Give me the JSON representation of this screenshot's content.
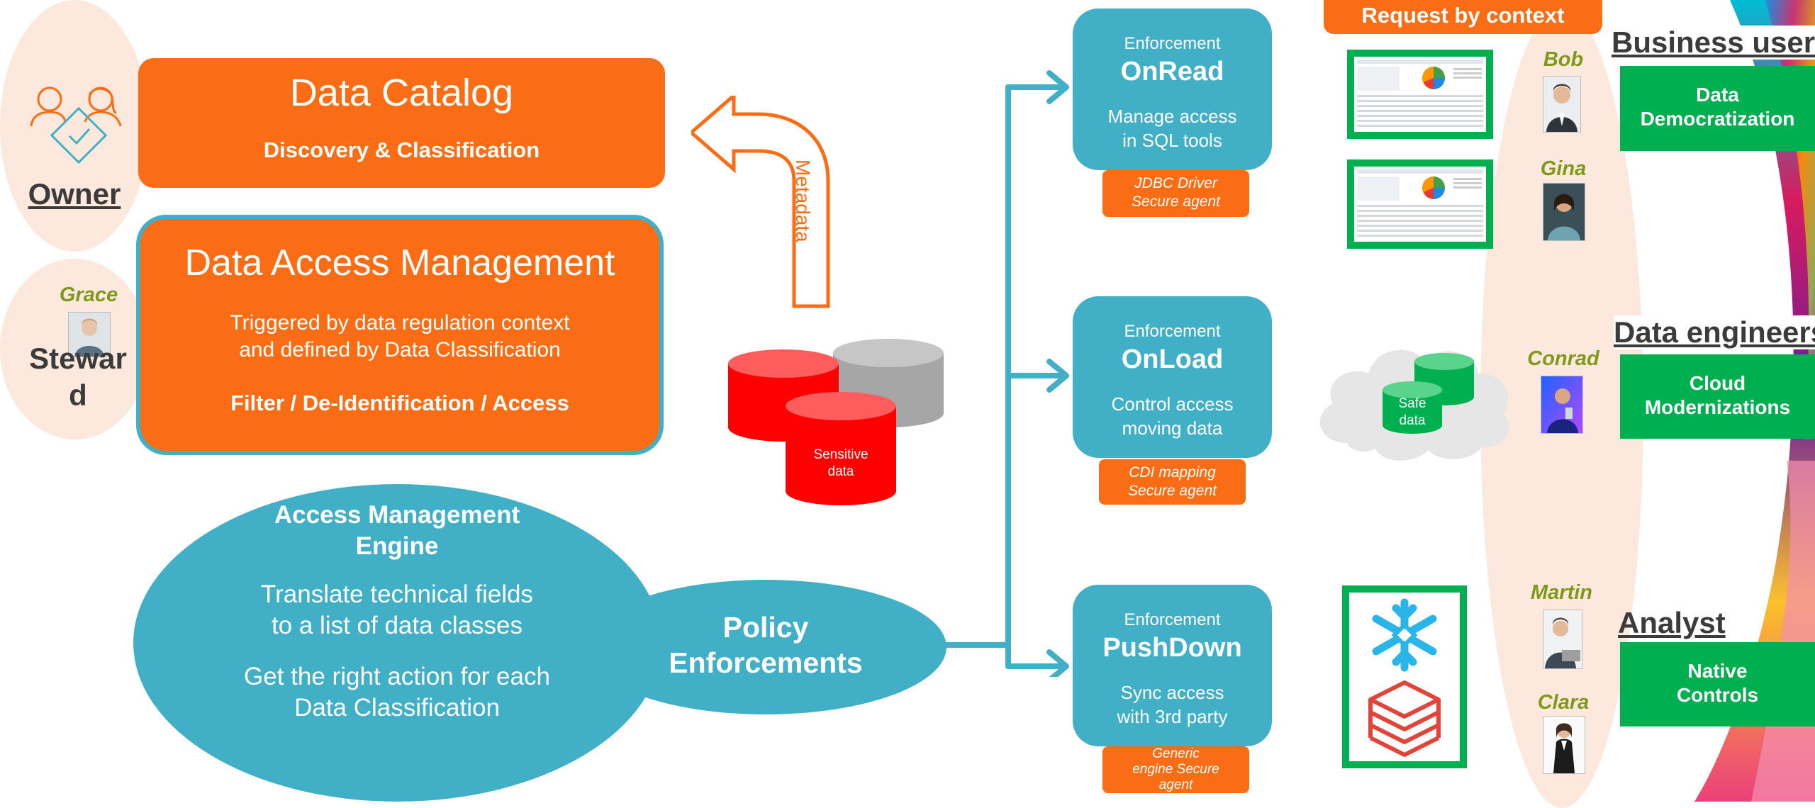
{
  "roles": {
    "owner": "Owner",
    "steward": "Steward",
    "business_users": "Business users",
    "data_engineers": "Data engineers",
    "analyst": "Analyst"
  },
  "people": {
    "grace": "Grace",
    "bob": "Bob",
    "gina": "Gina",
    "conrad": "Conrad",
    "martin": "Martin",
    "clara": "Clara"
  },
  "data_catalog": {
    "title": "Data Catalog",
    "subtitle": "Discovery & Classification"
  },
  "dam": {
    "title": "Data Access Management",
    "desc_line1": "Triggered by data regulation context",
    "desc_line2": "and defined by Data Classification",
    "footer": "Filter / De-Identification / Access"
  },
  "metadata_label": "Metadata",
  "sensitive_data": {
    "line1": "Sensitive",
    "line2": "data"
  },
  "engine": {
    "title_line1": "Access Management",
    "title_line2": "Engine",
    "desc1_line1": "Translate technical fields",
    "desc1_line2": "to a list of data classes",
    "desc2_line1": "Get the right action for each",
    "desc2_line2": "Data Classification"
  },
  "policy": {
    "line1": "Policy",
    "line2": "Enforcements"
  },
  "enforcements": [
    {
      "kicker": "Enforcement",
      "title": "OnRead",
      "desc_line1": "Manage access",
      "desc_line2": "in SQL tools",
      "tag_line1": "JDBC Driver",
      "tag_line2": "Secure agent"
    },
    {
      "kicker": "Enforcement",
      "title": "OnLoad",
      "desc_line1": "Control access",
      "desc_line2": "moving data",
      "tag_line1": "CDI mapping",
      "tag_line2": "Secure agent"
    },
    {
      "kicker": "Enforcement",
      "title": "PushDown",
      "desc_line1": "Sync access",
      "desc_line2": "with 3rd party",
      "tag_line1": "Generic",
      "tag_line2": "engine Secure",
      "tag_line3": "agent"
    }
  ],
  "request_by_context": "Request by context",
  "safe_data": {
    "line1": "Safe",
    "line2": "data"
  },
  "outcomes": {
    "democratization_line1": "Data",
    "democratization_line2": "Democratization",
    "cloud_line1": "Cloud",
    "cloud_line2": "Modernizations",
    "native_line1": "Native",
    "native_line2": "Controls"
  },
  "colors": {
    "orange": "#fb6d14",
    "teal": "#41b0c7",
    "green": "#00b050",
    "red": "#ff0000",
    "grey": "#a6a6a6",
    "peach": "#fce8dc",
    "name_olive": "#7f9a1a"
  },
  "icons": {
    "owner": "two-people-with-check-diamond-icon",
    "snowflake": "snowflake-logo-icon",
    "databricks": "stacked-layers-logo-icon"
  }
}
